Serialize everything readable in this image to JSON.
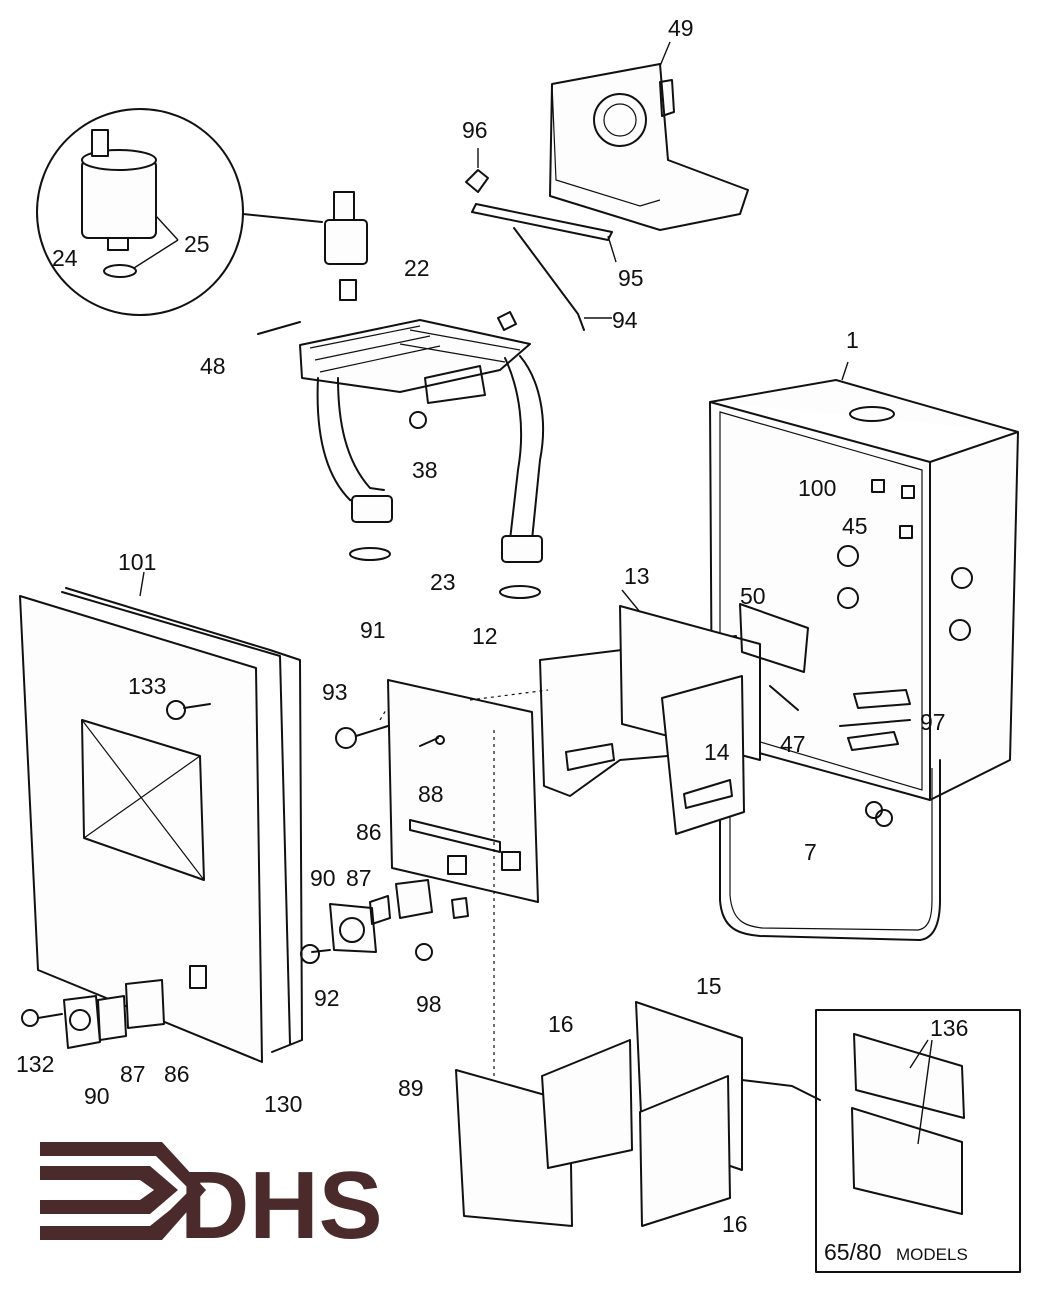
{
  "labels": {
    "l1": "1",
    "l7": "7",
    "l12": "12",
    "l13": "13",
    "l14": "14",
    "l15": "15",
    "l16a": "16",
    "l16b": "16",
    "l22": "22",
    "l23": "23",
    "l24": "24",
    "l25": "25",
    "l38": "38",
    "l45": "45",
    "l47": "47",
    "l48": "48",
    "l49": "49",
    "l50": "50",
    "l86a": "86",
    "l86b": "86",
    "l87a": "87",
    "l87b": "87",
    "l88": "88",
    "l89": "89",
    "l90a": "90",
    "l90b": "90",
    "l91": "91",
    "l92": "92",
    "l93": "93",
    "l94": "94",
    "l95": "95",
    "l96": "96",
    "l97": "97",
    "l98": "98",
    "l100": "100",
    "l101": "101",
    "l130": "130",
    "l132": "132",
    "l133": "133",
    "l136": "136"
  },
  "inset": {
    "models_number": "65/80",
    "models_word": "MODELS"
  },
  "logo": {
    "text": "DHS",
    "color": "#4a2a2a"
  }
}
